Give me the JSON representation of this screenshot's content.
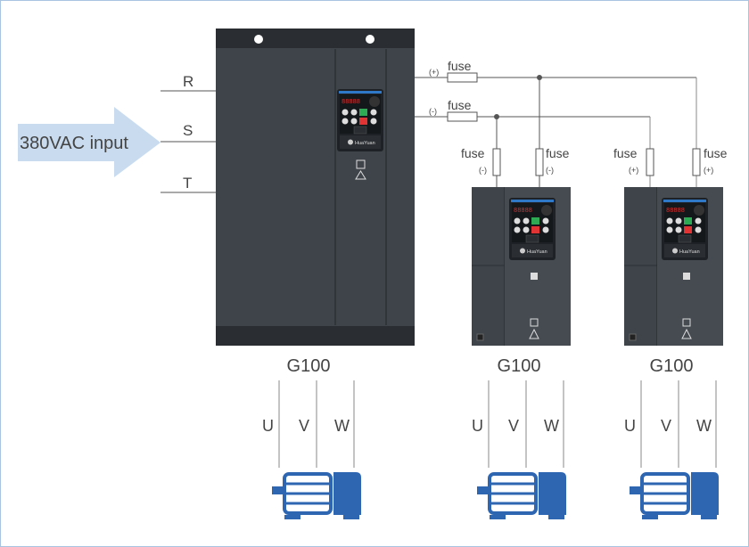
{
  "input": {
    "label": "380VAC input",
    "phases": [
      "R",
      "S",
      "T"
    ]
  },
  "dc_bus": {
    "plus_label": "(+)",
    "minus_label": "(-)",
    "fuse_label": "fuse"
  },
  "drives": [
    {
      "model": "G100",
      "outputs": [
        "U",
        "V",
        "W"
      ],
      "brand": "HuaYuan"
    },
    {
      "model": "G100",
      "outputs": [
        "U",
        "V",
        "W"
      ],
      "brand": "HuaYuan",
      "fuses": [
        {
          "label": "fuse",
          "polarity": "(-)"
        },
        {
          "label": "fuse",
          "polarity": "(-)"
        }
      ]
    },
    {
      "model": "G100",
      "outputs": [
        "U",
        "V",
        "W"
      ],
      "brand": "HuaYuan",
      "fuses": [
        {
          "label": "fuse",
          "polarity": "(+)"
        },
        {
          "label": "fuse",
          "polarity": "(+)"
        }
      ]
    }
  ],
  "colors": {
    "arrow": "#c8dbef",
    "motor": "#2e66b2",
    "drive_body": "#3e444a",
    "border": "#a9c4e0"
  }
}
